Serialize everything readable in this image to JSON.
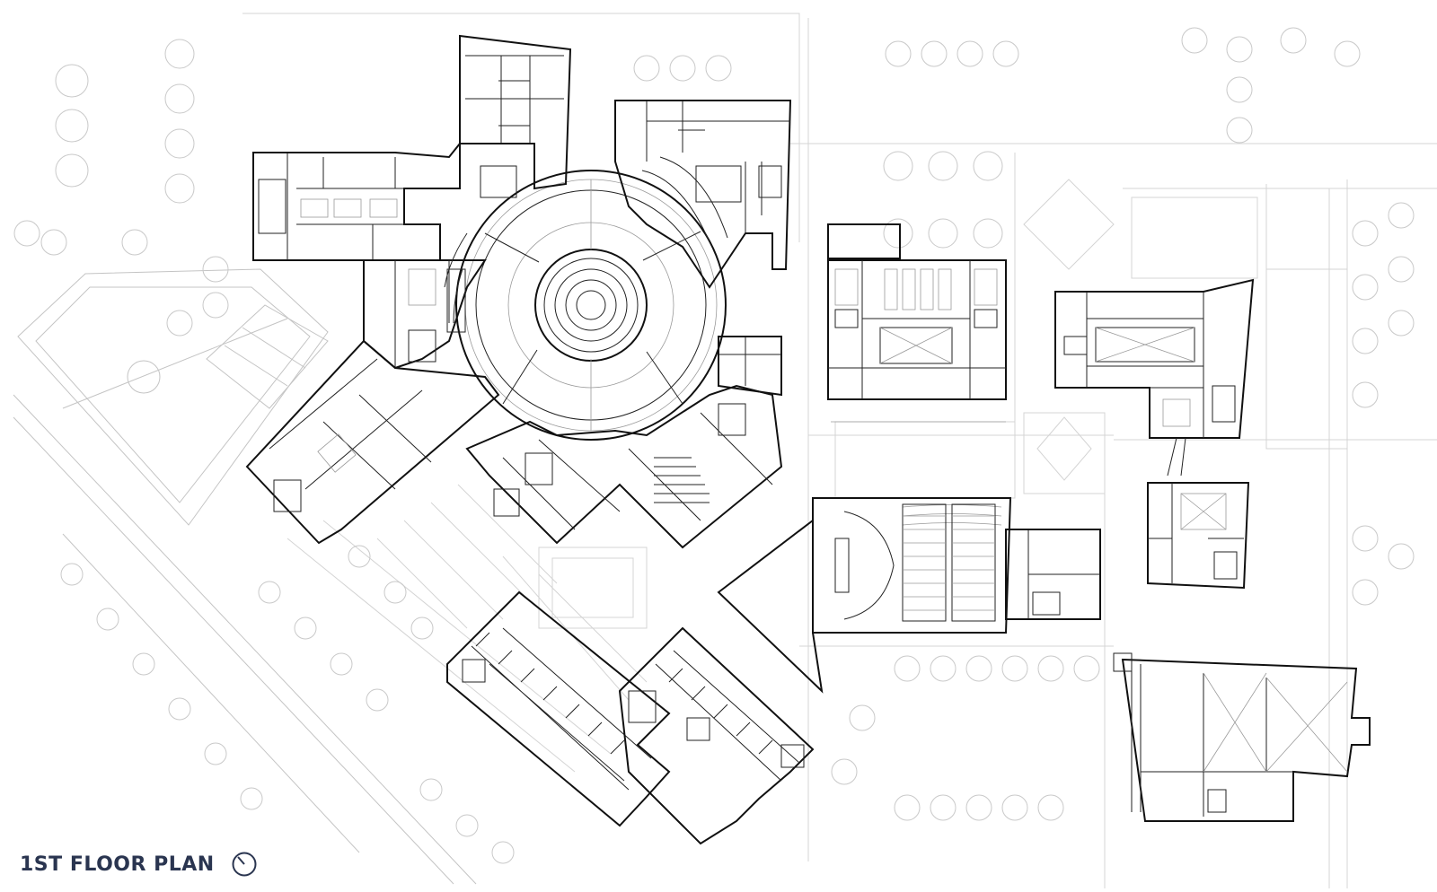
{
  "title": "1ST FLOOR PLAN",
  "north_arrow": {
    "icon": "north-arrow-icon"
  },
  "colors": {
    "title_text": "#2a3550",
    "walls": "#111111",
    "site_lines": "#d4d4d4",
    "background": "#ffffff"
  },
  "buildings": [
    "central-rotunda-building",
    "library-block",
    "classroom-block-east",
    "annex-block",
    "auditorium",
    "dormitory-wing",
    "pavilion"
  ]
}
